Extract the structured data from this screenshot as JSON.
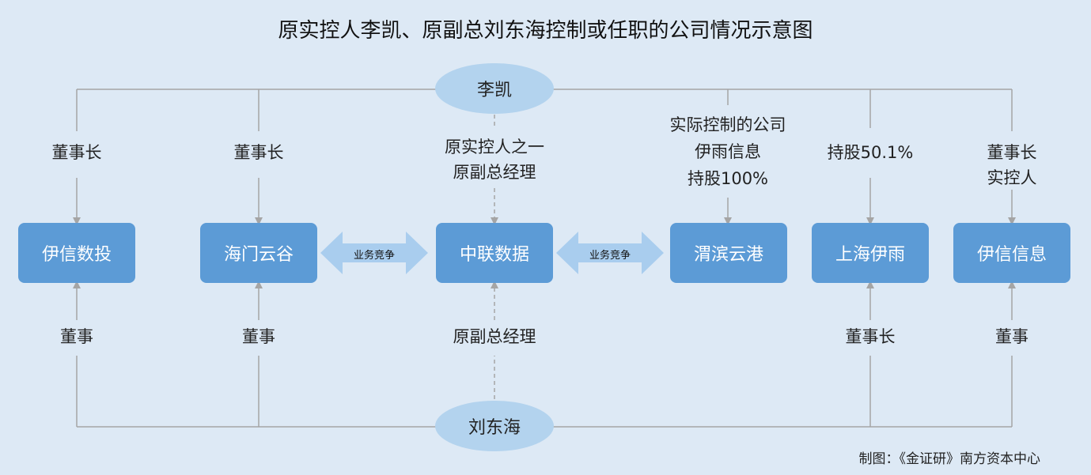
{
  "title": "原实控人李凯、原副总刘东海控制或任职的公司情况示意图",
  "people": {
    "top": "李凯",
    "bottom": "刘东海"
  },
  "companies": [
    "伊信数投",
    "海门云谷",
    "中联数据",
    "渭滨云港",
    "上海伊雨",
    "伊信信息"
  ],
  "top_labels": {
    "c1": "董事长",
    "c2": "董事长",
    "c3": [
      "原实控人之一",
      "原副总经理"
    ],
    "c4": [
      "实际控制的公司",
      "伊雨信息",
      "持股100%"
    ],
    "c5": "持股50.1%",
    "c6": [
      "董事长",
      "实控人"
    ]
  },
  "bottom_labels": {
    "c1": "董事",
    "c2": "董事",
    "c3": "原副总经理",
    "c5": "董事长",
    "c6": "董事"
  },
  "competition_label": "业务竞争",
  "credit": "制图：《金证研》南方资本中心",
  "colors": {
    "background": "#dde9f5",
    "box": "#5c9bd6",
    "ellipse": "#b3d3ee",
    "line": "#a5a5a5",
    "arrow": "#a9cdee"
  }
}
